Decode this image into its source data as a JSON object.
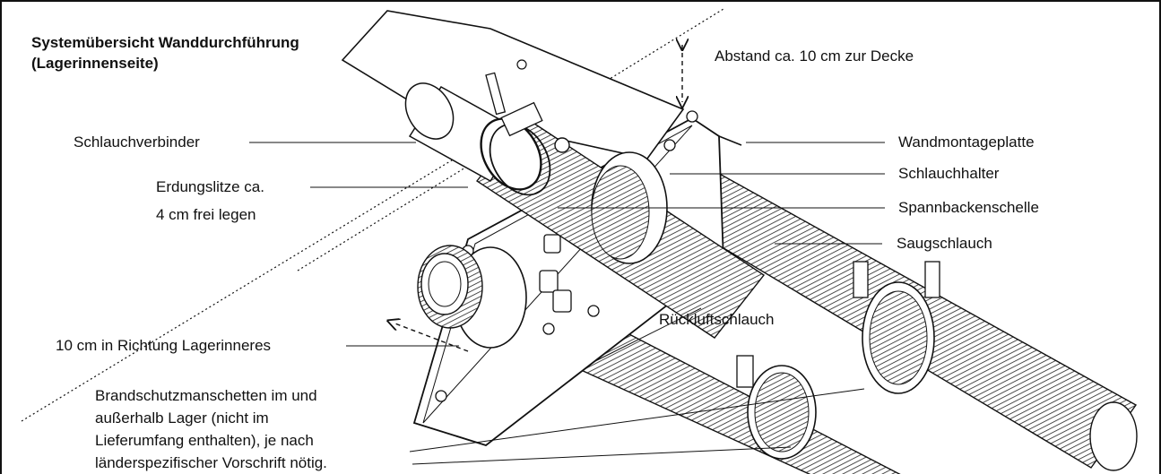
{
  "title": {
    "line1": "Systemübersicht Wanddurchführung",
    "line2": "(Lagerinnenseite)"
  },
  "labels": {
    "abstand": "Abstand ca. 10 cm zur Decke",
    "schlauchverbinder": "Schlauchverbinder",
    "erdung_line1": "Erdungslitze ca.",
    "erdung_line2": "4 cm frei legen",
    "wandmontageplatte": "Wandmontageplatte",
    "schlauchhalter": "Schlauchhalter",
    "spannbackenschelle": "Spannbackenschelle",
    "saugschlauch": "Saugschlauch",
    "rueckluftschlauch": "Rückluftschlauch",
    "richtung": "10 cm in Richtung Lagerinneres",
    "brandschutz_lines": [
      "Brandschutzmanschetten im und",
      "außerhalb Lager (nicht im",
      "Lieferumfang enthalten), je nach",
      "länderspezifischer Vorschrift nötig."
    ]
  },
  "colors": {
    "line": "#111111",
    "background": "#ffffff"
  }
}
